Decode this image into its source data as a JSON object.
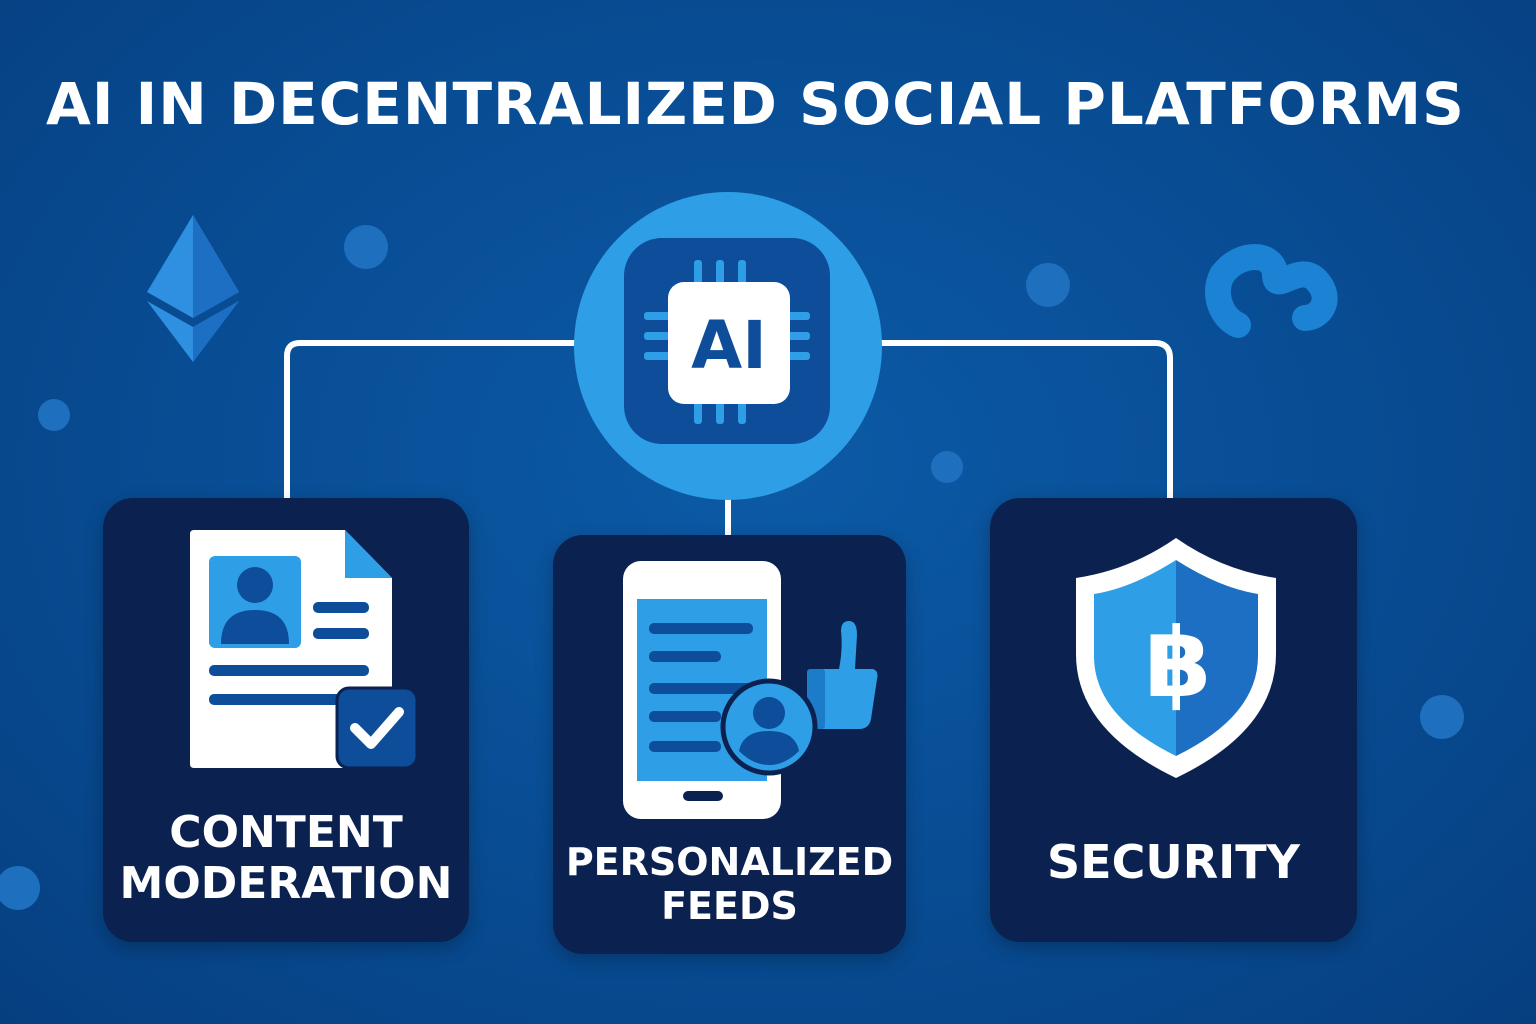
{
  "title": "AI IN DECENTRALIZED SOCIAL PLATFORMS",
  "hub": {
    "label": "AI"
  },
  "cards": [
    {
      "lines": [
        "CONTENT",
        "MODERATION"
      ]
    },
    {
      "lines": [
        "PERSONALIZED",
        "FEEDS"
      ]
    },
    {
      "lines": [
        "SECURITY"
      ]
    }
  ],
  "colors": {
    "background": "#084c93",
    "card": "#0b2150",
    "accent": "#2e9ee6",
    "connector": "#ffffff"
  },
  "icons": [
    "ethereum-icon",
    "web3-icon",
    "ai-chip-icon",
    "document-check-icon",
    "phone-feed-icon",
    "thumbs-up-icon",
    "user-icon",
    "bitcoin-shield-icon"
  ]
}
